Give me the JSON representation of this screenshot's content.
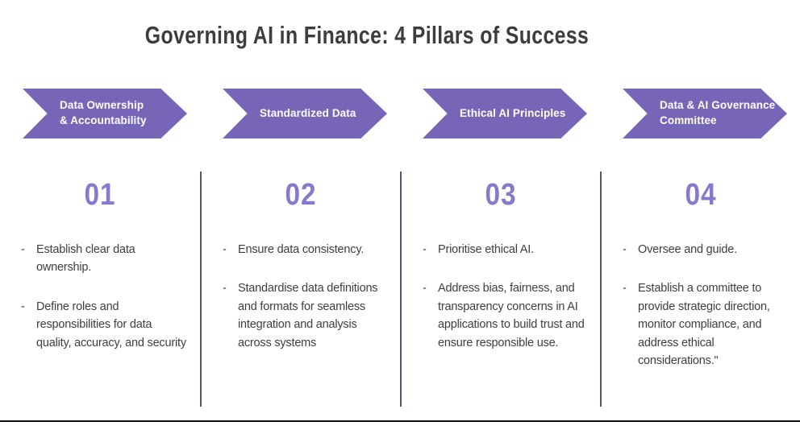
{
  "title": "Governing AI in Finance: 4 Pillars of Success",
  "bullet_marker": "-",
  "colors": {
    "banner": "#7765b8",
    "banner_text": "#ffffff",
    "number": "#8979cc",
    "title_text": "#3d3d3f",
    "body_text": "#3e3e40",
    "divider": "#57546f",
    "footer_line": "#0f0f0f"
  },
  "pillars": [
    {
      "banner": "Data Ownership\n& Accountability",
      "number": "01",
      "bullets": [
        "Establish clear data\nownership.",
        "Define roles and\nresponsibilities for data\nquality, accuracy, and security"
      ]
    },
    {
      "banner": "Standardized Data",
      "number": "02",
      "bullets": [
        "Ensure data consistency.",
        "Standardise data definitions\nand formats for seamless\nintegration and analysis\nacross systems"
      ]
    },
    {
      "banner": "Ethical AI Principles",
      "number": "03",
      "bullets": [
        "Prioritise ethical AI.",
        "Address bias, fairness, and\ntransparency concerns in AI\napplications to build trust and\nensure responsible use."
      ]
    },
    {
      "banner": "Data & AI Governance\nCommittee",
      "number": "04",
      "bullets": [
        "Oversee and guide.",
        "Establish a committee to\nprovide strategic direction,\nmonitor compliance, and\naddress ethical\nconsiderations.\""
      ]
    }
  ]
}
